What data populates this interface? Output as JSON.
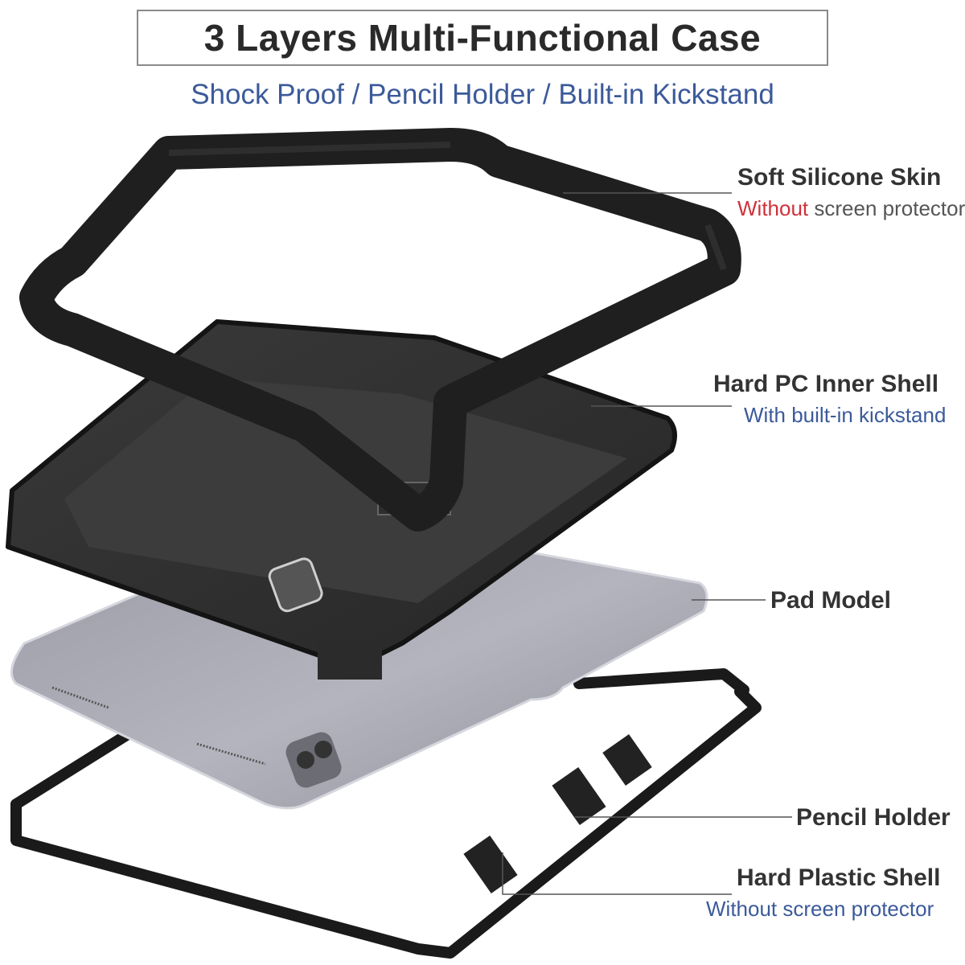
{
  "header": {
    "title": "3 Layers Multi-Functional Case",
    "subtitle": "Shock Proof / Pencil Holder / Built-in Kickstand"
  },
  "callouts": [
    {
      "id": "soft-silicone-skin",
      "label": "Soft Silicone Skin",
      "note_highlight": "Without",
      "note_rest": " screen protector",
      "highlight_color": "#d0313a"
    },
    {
      "id": "hard-pc-inner-shell",
      "label": "Hard PC Inner Shell",
      "note": "With built-in kickstand"
    },
    {
      "id": "pad-model",
      "label": "Pad Model"
    },
    {
      "id": "pencil-holder",
      "label": "Pencil Holder"
    },
    {
      "id": "hard-plastic-shell",
      "label": "Hard Plastic Shell",
      "note": "Without screen protector"
    }
  ],
  "colors": {
    "title_text": "#2a2a2a",
    "subtitle_blue": "#3b5a9a",
    "accent_red": "#d0313a",
    "case_black": "#1e1e1e",
    "tablet_gray": "#a9a9b3"
  }
}
